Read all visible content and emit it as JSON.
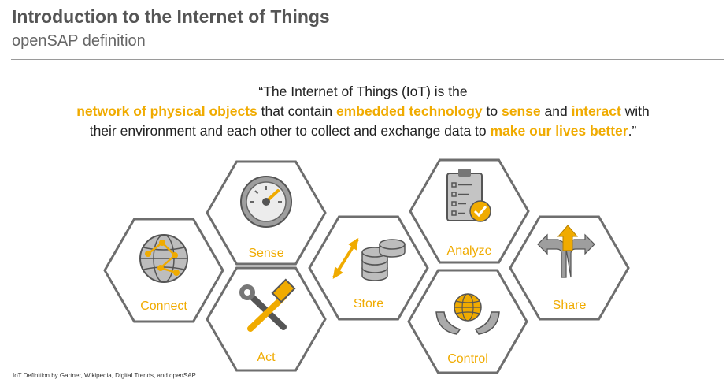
{
  "header": {
    "title": "Introduction to the Internet of Things",
    "subtitle": "openSAP definition"
  },
  "quote": {
    "line1": "“The Internet of Things (IoT) is the",
    "line2": [
      {
        "text": "network of physical objects",
        "highlight": true
      },
      {
        "text": " that contain ",
        "highlight": false
      },
      {
        "text": "embedded technology",
        "highlight": true
      },
      {
        "text": " to ",
        "highlight": false
      },
      {
        "text": "sense",
        "highlight": true
      },
      {
        "text": " and ",
        "highlight": false
      },
      {
        "text": "interact",
        "highlight": true
      },
      {
        "text": " with",
        "highlight": false
      }
    ],
    "line3": [
      {
        "text": "their environment and each other to collect and exchange data to ",
        "highlight": false
      },
      {
        "text": "make our lives better",
        "highlight": true
      },
      {
        "text": ".”",
        "highlight": false
      }
    ]
  },
  "hexagons": [
    {
      "label": "Connect",
      "icon": "globe-network-icon"
    },
    {
      "label": "Sense",
      "icon": "gauge-icon"
    },
    {
      "label": "Act",
      "icon": "wrench-hammer-icon"
    },
    {
      "label": "Store",
      "icon": "database-stack-icon"
    },
    {
      "label": "Analyze",
      "icon": "clipboard-check-icon"
    },
    {
      "label": "Control",
      "icon": "hands-globe-icon"
    },
    {
      "label": "Share",
      "icon": "split-arrows-icon"
    }
  ],
  "footnote": "IoT Definition by Gartner, Wikipedia, Digital Trends, and openSAP",
  "colors": {
    "accent": "#f0ab00",
    "hex_border": "#6e6e6e",
    "icon_gray": "#8a8a8a"
  }
}
